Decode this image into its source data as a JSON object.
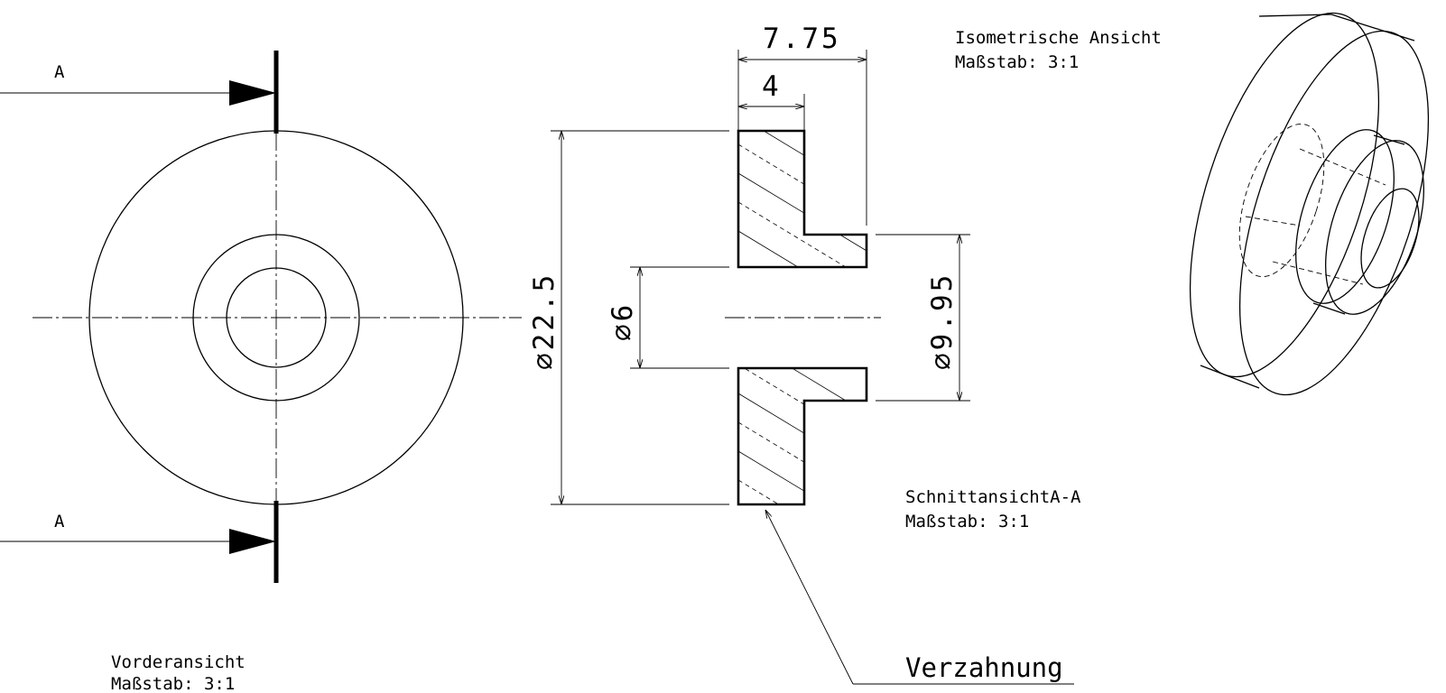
{
  "section_marker": "A",
  "front_view": {
    "title": "Vorderansicht",
    "scale": "Maßstab:  3:1"
  },
  "section_view": {
    "title": "SchnittansichtA-A",
    "scale": "Maßstab:  3:1"
  },
  "iso_view": {
    "title": "Isometrische Ansicht",
    "scale": "Maßstab:  3:1"
  },
  "dimensions": {
    "total_width": "7.75",
    "hub_width": "4",
    "outer_diameter": "⌀22.5",
    "bore_diameter": "⌀6",
    "boss_diameter": "⌀9.95"
  },
  "callout": "Verzahnung"
}
